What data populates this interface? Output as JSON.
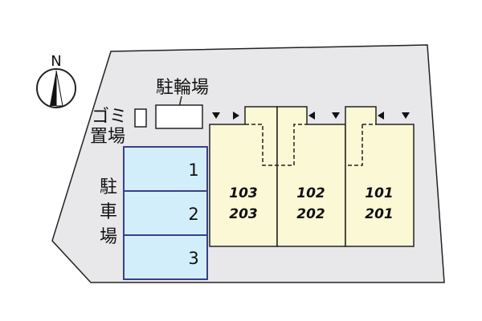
{
  "compass": {
    "label": "N"
  },
  "bicycle_parking": {
    "label": "駐輪場"
  },
  "garbage_area": {
    "label_line1": "ゴミ",
    "label_line2": "置場"
  },
  "parking": {
    "label_chars": [
      "駐",
      "車",
      "場"
    ],
    "slots": [
      "1",
      "2",
      "3"
    ]
  },
  "units": [
    {
      "upper": "103",
      "lower": "203"
    },
    {
      "upper": "102",
      "lower": "202"
    },
    {
      "upper": "101",
      "lower": "201"
    }
  ],
  "colors": {
    "site": "#e8e8ea",
    "building": "#fbf8d6",
    "parking": "#d3eefb",
    "parking_border": "#3a3f86",
    "outline": "#222222"
  }
}
